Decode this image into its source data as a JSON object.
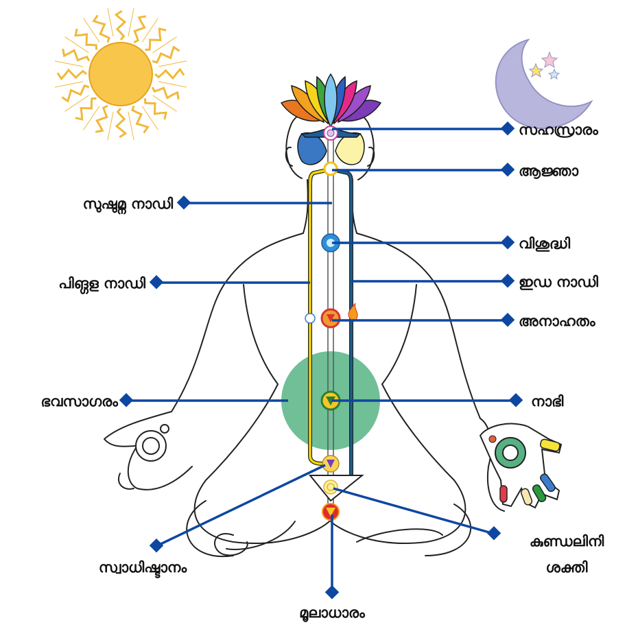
{
  "labels": {
    "sahasrara": "സഹസ്രാരം",
    "ajna": "ആജ്ഞാ",
    "sushumna": "സുഷുമ്ന നാഡി",
    "vishuddhi": "വിശുദ്ധി",
    "pingala": "പിങ്ഗള നാഡി",
    "ida": "ഇഡ നാഡി",
    "anahata": "അനാഹതം",
    "bhavasagaram": "ഭവസാഗരം",
    "nabhi": "നാഭി",
    "swadhishthanam": "സ്വാധിഷ്ടാനം",
    "kundalini_1": "കുണ്ഡലിനി",
    "kundalini_2": "ശക്തി",
    "mooladharam": "മൂലാധാരം"
  },
  "colors": {
    "connector": "#0d47a1",
    "pingala_channel": "#f5d800",
    "ida_channel": "#1d5f8a",
    "bhavasagaram_circle": "#4caf7d",
    "sun": "#f6c042",
    "moon": "#b7b4dd",
    "body_outline": "#222222"
  },
  "icons": {
    "sun": "sun-icon",
    "moon": "crescent-moon-icon",
    "lotus": "lotus-crown-icon"
  }
}
